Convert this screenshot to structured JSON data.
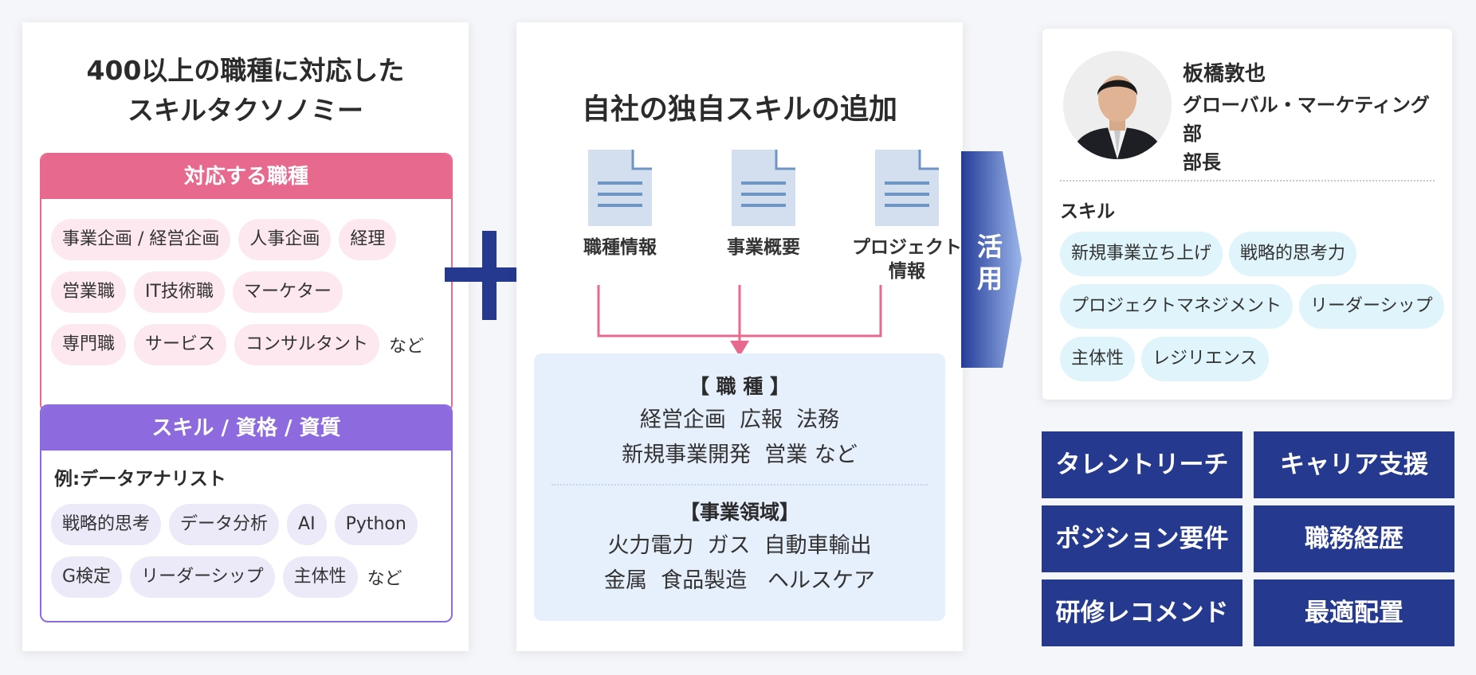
{
  "left": {
    "title_line1": "400以上の職種に対応した",
    "title_line2": "スキルタクソノミー",
    "jobs_box": {
      "header": "対応する職種",
      "rows": [
        [
          "事業企画 / 経営企画",
          "人事企画",
          "経理"
        ],
        [
          "営業職",
          "IT技術職",
          "マーケター"
        ],
        [
          "専門職",
          "サービス",
          "コンサルタント"
        ]
      ],
      "etc": "など"
    },
    "skills_box": {
      "header": "スキル / 資格 / 資質",
      "example": "例:データアナリスト",
      "rows": [
        [
          "戦略的思考",
          "データ分析",
          "AI",
          "Python"
        ],
        [
          "G検定",
          "リーダーシップ",
          "主体性"
        ]
      ],
      "etc": "など"
    }
  },
  "middle": {
    "title": "自社の独自スキルの追加",
    "docs": [
      "職種情報",
      "事業概要",
      "プロジェクト\n情報"
    ],
    "info": {
      "jobs_header": "【 職 種 】",
      "jobs_lines": [
        "経営企画  広報  法務",
        "新規事業開発  営業 など"
      ],
      "domain_header": "【事業領域】",
      "domain_lines": [
        "火力電力  ガス  自動車輸出",
        "金属  食品製造   ヘルスケア"
      ]
    }
  },
  "arrow": {
    "label_1": "活",
    "label_2": "用"
  },
  "profile": {
    "name": "板橋敦也",
    "dept_1": "グローバル・マーケティング部",
    "dept_2": "部長",
    "skills_label": "スキル",
    "skill_rows": [
      [
        "新規事業立ち上げ",
        "戦略的思考力"
      ],
      [
        "プロジェクトマネジメント",
        "リーダーシップ"
      ],
      [
        "主体性",
        "レジリエンス"
      ]
    ]
  },
  "features": [
    "タレントリーチ",
    "キャリア支援",
    "ポジション要件",
    "職務経歴",
    "研修レコメンド",
    "最適配置"
  ],
  "colors": {
    "pink": "#e7698e",
    "purple": "#8d6add",
    "navy": "#253a8f",
    "light_blue": "#e6effc",
    "cyan_chip": "#dff5fb"
  }
}
